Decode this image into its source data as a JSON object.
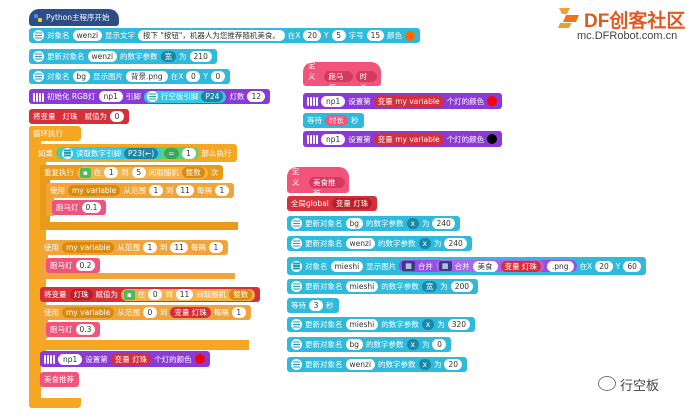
{
  "watermark": {
    "brand": "DF创客社区",
    "url": "mc.DFRobot.com.cn",
    "bottom": "行空板"
  },
  "colors": {
    "red": "#ff0000",
    "orange": "#ff6a00",
    "black": "#000000"
  },
  "main": {
    "hat": "Python主程序开始",
    "obj_prefix": "对象名",
    "show_text": "显示文字",
    "at_x": "在X",
    "y": "Y",
    "font_size": "字号",
    "color": "颜色",
    "obj1_name": "wenzi",
    "obj1_text": "按下 \"按钮\"，机器人为您推荐随机美食。",
    "obj1_x": "20",
    "obj1_y": "5",
    "obj1_fs": "15",
    "update_prefix": "更新对象名",
    "param_suffix": "的数字参数",
    "wide": "宽",
    "to": "为",
    "update1_val": "210",
    "show_image": "显示图片",
    "obj3_name": "bg",
    "obj3_img": "背景.png",
    "obj3_x": "0",
    "obj3_y": "0",
    "init_rgb": "初始化 RGB灯",
    "np1": "np1",
    "pin": "引脚",
    "unihiker_pin": "行空板引脚",
    "p24": "P24",
    "leds": "灯数",
    "leds_val": "12",
    "set_var": "将变量",
    "var_led": "灯珠",
    "assign": "赋值为",
    "zero": "0",
    "loop": "循环执行",
    "if": "如果",
    "read_digital": "读取数字引脚",
    "p23": "P23(←)",
    "eq": "=",
    "one": "1",
    "then": "那么执行",
    "repeat": "重复执行",
    "in": "在",
    "from": "到",
    "five": "5",
    "rand_pick": "间取随机",
    "int": "整数",
    "times": "次",
    "use": "使用",
    "my_var": "my variable",
    "range_from": "从范围",
    "eleven": "11",
    "step": "每隔",
    "marquee": "跑马灯",
    "delay1": "0.1",
    "delay2": "0.2",
    "delay3": "0.3",
    "rand_block_to": "到",
    "var_prefix": "变量",
    "set_led": "设置第",
    "led_color_suffix": "个灯的颜色",
    "recommend": "美食推荐"
  },
  "marquee_def": {
    "define": "定义",
    "name": "跑马灯",
    "param": "时长",
    "set_led": "设置第",
    "var_prefix": "变量",
    "my_var": "my variable",
    "led_color_suffix": "个灯的颜色",
    "wait": "等待",
    "secs": "秒",
    "np1": "np1"
  },
  "food_def": {
    "define": "定义",
    "name": "美食推荐",
    "global": "全局global",
    "var_prefix": "变量",
    "var_led": "灯珠",
    "update_prefix": "更新对象名",
    "param_suffix": "的数字参数",
    "x": "x",
    "to": "为",
    "wide": "宽",
    "bg": "bg",
    "wenzi": "wenzi",
    "mieshi": "mieshi",
    "v240": "240",
    "v200": "200",
    "v320": "320",
    "v0": "0",
    "v20": "20",
    "obj_prefix": "对象名",
    "show_image": "显示图片",
    "merge": "合并",
    "food": "美食",
    "png": ".png",
    "at_x": "在X",
    "img_x": "20",
    "y": "Y",
    "img_y": "60",
    "wait": "等待",
    "wait_val": "3",
    "secs": "秒"
  }
}
